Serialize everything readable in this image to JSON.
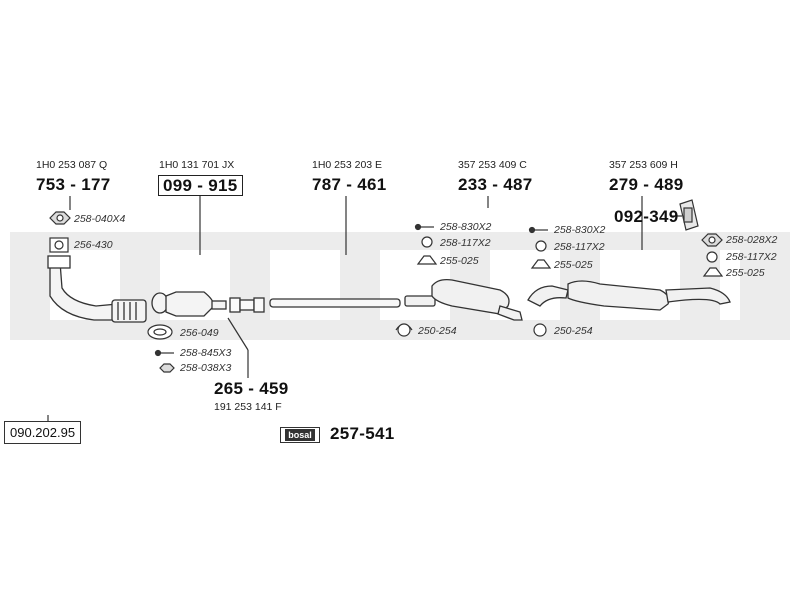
{
  "reference_code": "090.202.95",
  "watermark": "bosal",
  "parts": [
    {
      "id": "p1",
      "oem": "1H0 253 087 Q",
      "number": "753 - 177"
    },
    {
      "id": "p2",
      "oem": "1H0 131 701 JX",
      "number": "099 - 915"
    },
    {
      "id": "p3",
      "oem": "1H0 253 203 E",
      "number": "787 - 461"
    },
    {
      "id": "p4",
      "oem": "357 253 409 C",
      "number": "233 - 487"
    },
    {
      "id": "p5",
      "oem": "357 253 609 H",
      "number": "279 - 489"
    },
    {
      "id": "p6",
      "oem": "191 253 141 F",
      "number": "265 - 459"
    }
  ],
  "mount_number": "092-349",
  "kit": {
    "brand": "bosal",
    "number": "257-541"
  },
  "accessories": {
    "a1": "258-040X4",
    "a2": "256-430",
    "a3": "256-049",
    "a4": "258-845X3",
    "a5": "258-038X3",
    "a6": "258-830X2",
    "a7": "258-117X2",
    "a8": "255-025",
    "a9": "250-254",
    "a10": "258-830X2",
    "a11": "258-117X2",
    "a12": "255-025",
    "a13": "250-254",
    "a14": "258-028X2",
    "a15": "258-117X2",
    "a16": "255-025"
  }
}
